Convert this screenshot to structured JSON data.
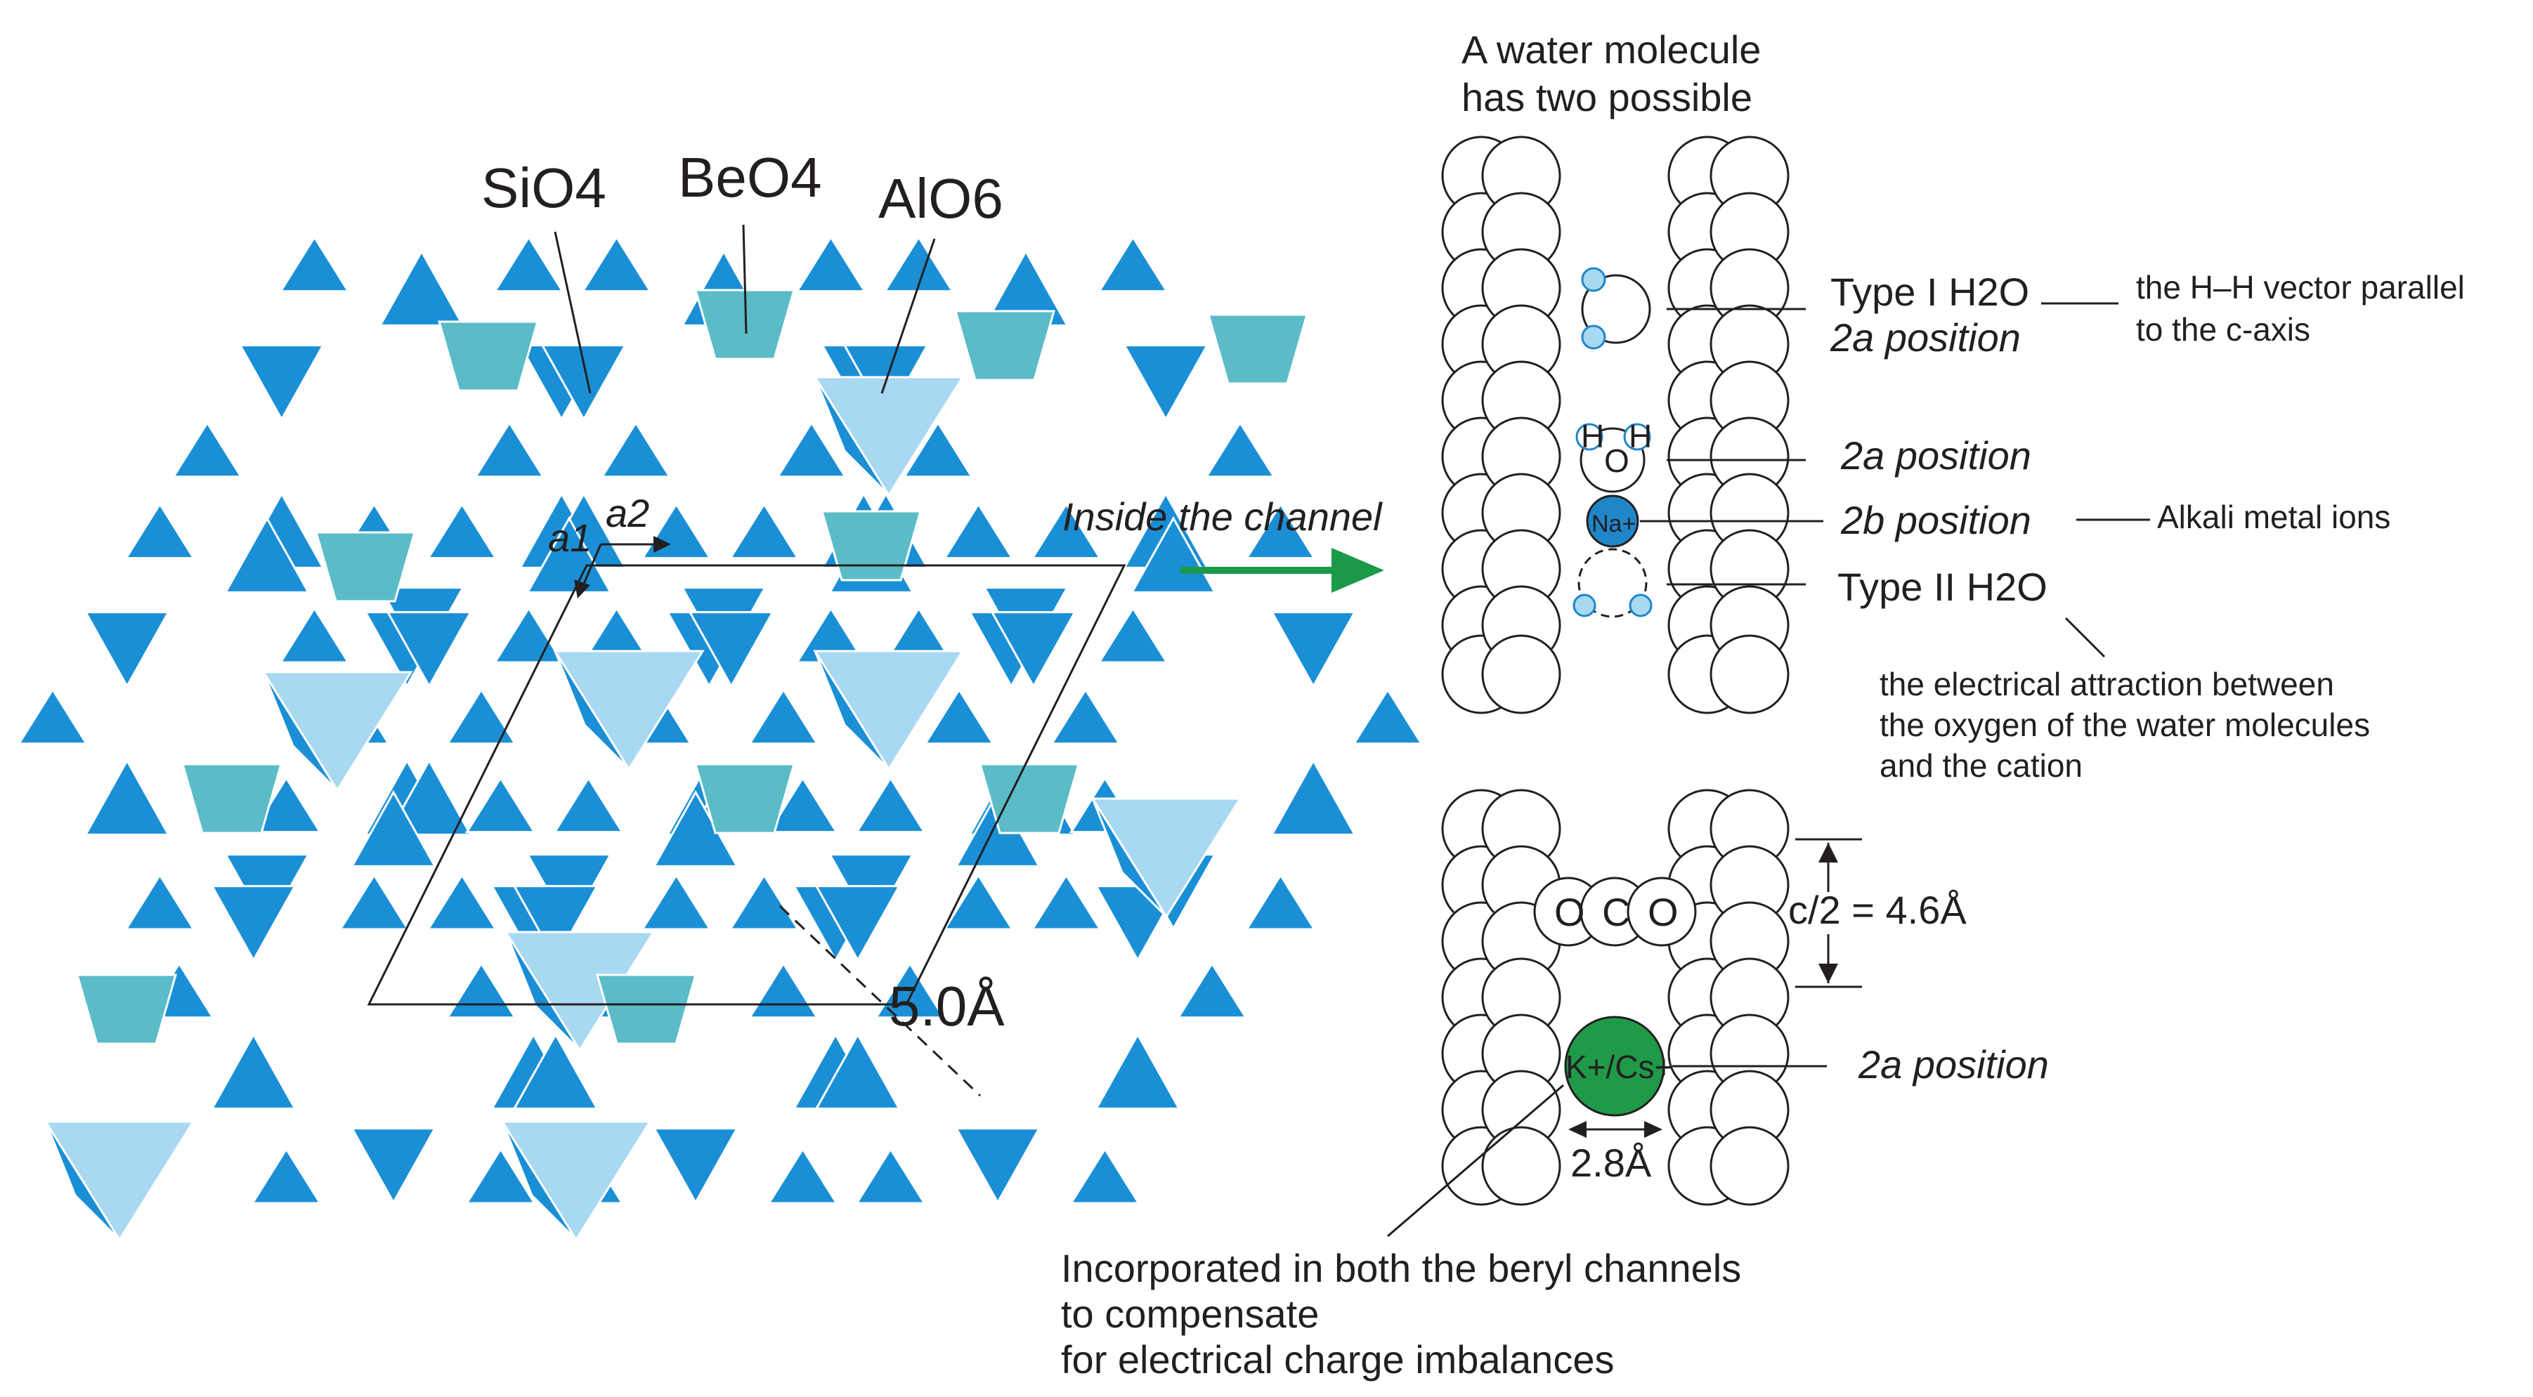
{
  "left_structure": {
    "labels": {
      "sio4": "SiO4",
      "beo4": "BeO4",
      "alo6": "AlO6",
      "axis_a1": "a1",
      "axis_a2": "a2",
      "spacing": "5.0Å"
    }
  },
  "arrow_label": "Inside the channel",
  "upper_channel": {
    "title_line1": "A water molecule",
    "title_line2": "has two possible",
    "type1": "Type I H2O",
    "type1_position": "2a position",
    "type1_note_line1": "the H–H vector parallel",
    "type1_note_line2": "to the c-axis",
    "water_position": "2a position",
    "na_position": "2b position",
    "na_atom": "Na+",
    "alkali": "Alkali metal ions",
    "type2": "Type II H2O",
    "type2_note_line1": "the electrical attraction between",
    "type2_note_line2": "the oxygen of the water molecules",
    "type2_note_line3": "and the cation",
    "h_letter": "H",
    "o_letter": "O"
  },
  "lower_channel": {
    "co2_atoms": [
      "O",
      "C",
      "O"
    ],
    "c_half": "c/2 = 4.6Å",
    "cation": "K+/Cs+",
    "cation_position": "2a position",
    "width": "2.8Å",
    "note_line1": "Incorporated in both the beryl  channels",
    "note_line2": "to compensate",
    "note_line3": "for electrical charge imbalances"
  },
  "colors": {
    "sio4": "#1a8fd6",
    "beo4": "#5bbcc8",
    "alo6": "#a8d8f2",
    "arrow": "#1a9a48",
    "cation": "#1f9a48",
    "na": "#1f86c8"
  }
}
